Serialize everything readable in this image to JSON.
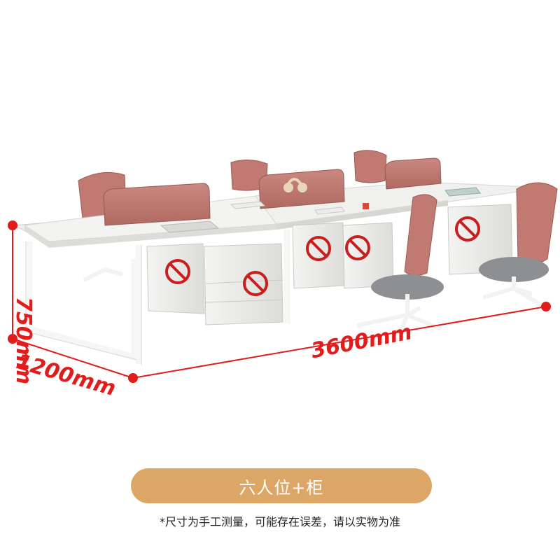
{
  "product": {
    "title": "六人位+柜",
    "note": "*尺寸为手工测量，可能存在误差，请以实物为准"
  },
  "dimensions": {
    "width": "3600mm",
    "depth": "1200mm",
    "height": "750mm"
  },
  "colors": {
    "accent_pill": "#dca766",
    "dimension_red": "#e21b1b",
    "partition": "#c17a72",
    "desk_top": "#f1f1ef",
    "frame": "#fafafa"
  },
  "icons": [
    "no-symbol-icon"
  ]
}
